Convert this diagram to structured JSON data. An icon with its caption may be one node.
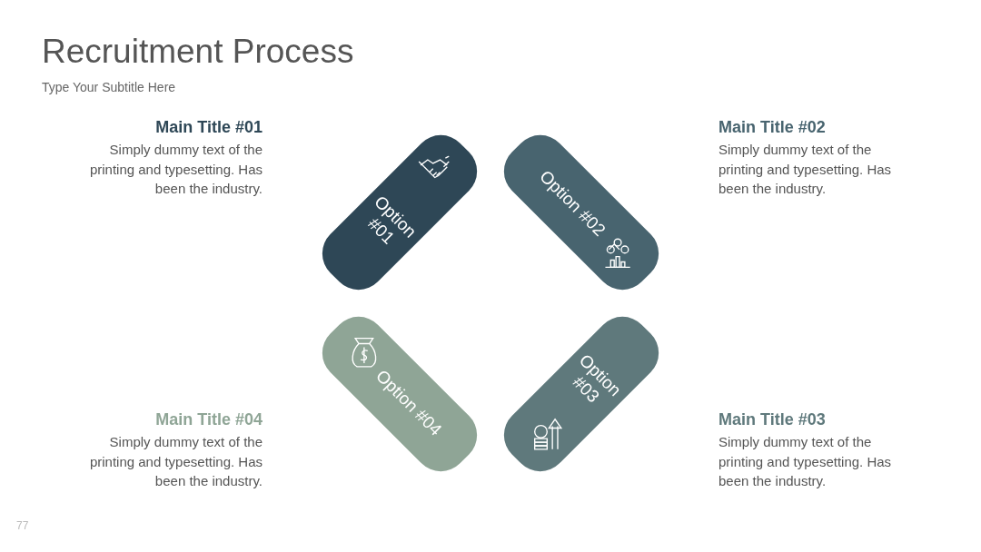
{
  "diagram": {
    "title": "Recruitment Process",
    "nodes": [
      {
        "text": [
          "Option #01"
        ]
      },
      {
        "text": [
          "Option #02"
        ]
      },
      {
        "text": [
          "Option #03"
        ]
      },
      {
        "text": [
          "Option #04"
        ]
      }
    ],
    "edges": [],
    "labels": [
      "Type Your Subtitle Here",
      "Main Title #01",
      "Simply dummy text of the printing and typesetting. Has been the industry.",
      "Main Title #02",
      "Simply dummy text of the printing and typesetting. Has been the industry.",
      "Main Title #04",
      "Simply dummy text of the printing and typesetting. Has been the industry.",
      "Main Title #03",
      "Simply dummy text of the printing and typesetting. Has been the industry.",
      "77"
    ]
  }
}
